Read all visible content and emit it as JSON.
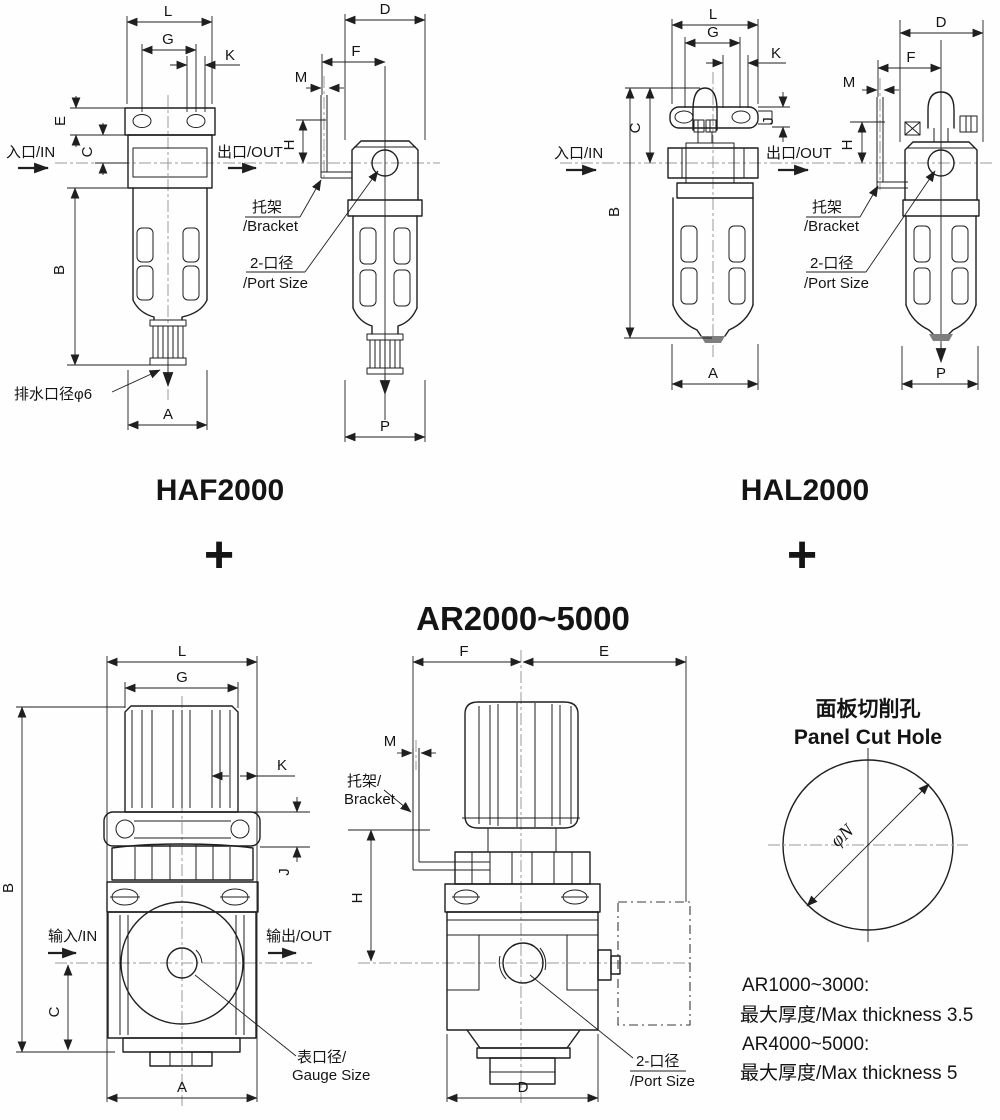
{
  "titles": {
    "haf": "HAF2000",
    "hal": "HAL2000",
    "ar": "AR2000~5000",
    "plus1": "+",
    "plus2": "+"
  },
  "haf_front": {
    "L": "L",
    "G": "G",
    "K": "K",
    "E": "E",
    "C": "C",
    "B": "B",
    "A": "A",
    "in": "入口/IN",
    "out": "出口/OUT",
    "drain": "排水口径φ6"
  },
  "haf_side": {
    "D": "D",
    "F": "F",
    "M": "M",
    "H": "H",
    "P": "P",
    "bracket_cn": "托架",
    "bracket_en": "/Bracket",
    "port_cn": "2-口径",
    "port_en": "/Port Size"
  },
  "hal_front": {
    "L": "L",
    "G": "G",
    "K": "K",
    "C": "C",
    "B": "B",
    "J": "J",
    "A": "A",
    "in": "入口/IN",
    "out": "出口/OUT"
  },
  "hal_side": {
    "D": "D",
    "F": "F",
    "M": "M",
    "H": "H",
    "P": "P",
    "bracket_cn": "托架",
    "bracket_en": "/Bracket",
    "port_cn": "2-口径",
    "port_en": "/Port Size"
  },
  "ar_front": {
    "L": "L",
    "G": "G",
    "B": "B",
    "K": "K",
    "J": "J",
    "C": "C",
    "A": "A",
    "in": "输入/IN",
    "out": "输出/OUT",
    "gauge_cn": "表口径/",
    "gauge_en": "Gauge Size"
  },
  "ar_side": {
    "F": "F",
    "E": "E",
    "M": "M",
    "H": "H",
    "D": "D",
    "bracket_cn": "托架/",
    "bracket_en": "Bracket",
    "port_cn": "2-口径",
    "port_en": "/Port Size"
  },
  "panel": {
    "title_cn": "面板切削孔",
    "title_en": "Panel Cut Hole",
    "dia": "φN"
  },
  "notes": {
    "l1": "AR1000~3000:",
    "l2": "最大厚度/Max thickness  3.5",
    "l3": "AR4000~5000:",
    "l4": "最大厚度/Max thickness  5"
  },
  "colors": {
    "ink": "#1f1f1f",
    "centerline": "#9b9b9b",
    "background": "#fefefe",
    "shade": "#7e7e7e"
  }
}
